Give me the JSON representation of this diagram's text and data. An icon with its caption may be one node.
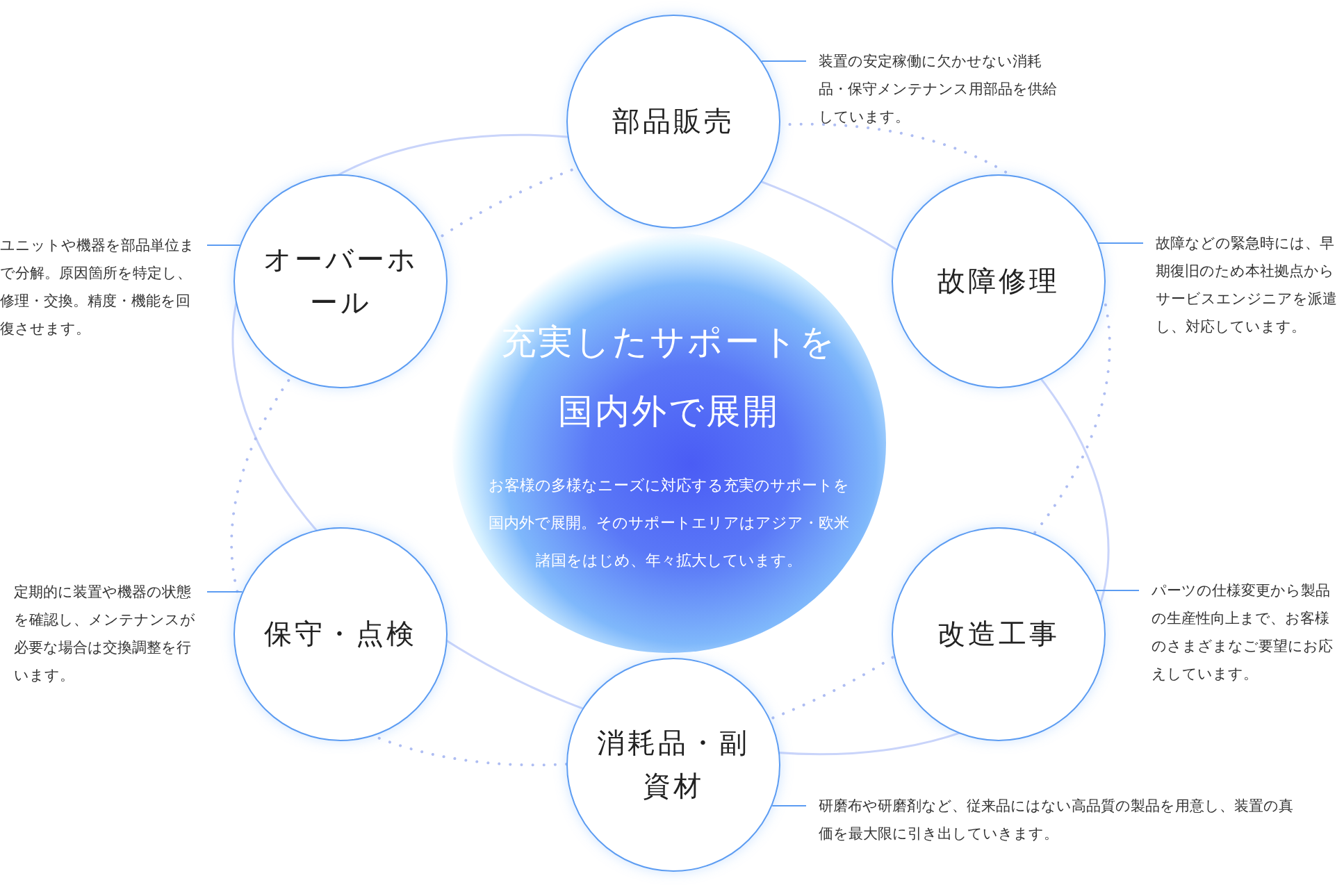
{
  "diagram": {
    "nodes": [
      {
        "text": [
          "充実したサポートを国内外で展開",
          "お客様の多様なニーズに対応する充実のサポートを国内外で展開。そのサポートエリアはアジア・欧米諸国をはじめ、年々拡大しています。"
        ]
      },
      {
        "text": [
          "部品販売"
        ]
      },
      {
        "text": [
          "オーバーホール"
        ]
      },
      {
        "text": [
          "故障修理"
        ]
      },
      {
        "text": [
          "保守・点検"
        ]
      },
      {
        "text": [
          "改造工事"
        ]
      },
      {
        "text": [
          "消耗品・副資材"
        ]
      },
      {
        "text": [
          "装置の安定稼働に欠かせない消耗品・保守メンテナンス用部品を供給しています。"
        ]
      },
      {
        "text": [
          "ユニットや機器を部品単位まで分解。原因箇所を特定し、修理・交換。精度・機能を回復させます。"
        ]
      },
      {
        "text": [
          "故障などの緊急時には、早期復旧のため本社拠点からサービスエンジニアを派遣し、対応しています。"
        ]
      },
      {
        "text": [
          "定期的に装置や機器の状態を確認し、メンテナンスが必要な場合は交換調整を行います。"
        ]
      },
      {
        "text": [
          "パーツの仕様変更から製品の生産性向上まで、お客様のさまざまなご要望にお応えしています。"
        ]
      },
      {
        "text": [
          "研磨布や研磨剤など、従来品にはない高品質の製品を用意し、装置の真価を最大限に引き出していきます。"
        ]
      }
    ],
    "edges": [
      {
        "from": 7,
        "to": 1,
        "arrow": "none"
      },
      {
        "from": 8,
        "to": 2,
        "arrow": "none"
      },
      {
        "from": 9,
        "to": 3,
        "arrow": "none"
      },
      {
        "from": 10,
        "to": 4,
        "arrow": "none"
      },
      {
        "from": 11,
        "to": 5,
        "arrow": "none"
      },
      {
        "from": 12,
        "to": 6,
        "arrow": "none"
      }
    ]
  }
}
